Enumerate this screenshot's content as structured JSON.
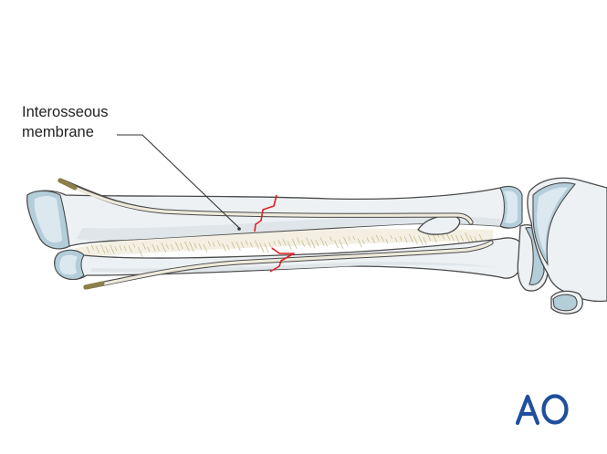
{
  "label": {
    "line1": "Interosseous",
    "line2": "membrane"
  },
  "logo": {
    "text": "AO",
    "color": "#1f4f9c"
  },
  "colors": {
    "bone_fill": "#edf1f3",
    "cartilage": "#b3cdd9",
    "fracture_line": "#e21e26",
    "nail_tip": "#8c8049"
  }
}
